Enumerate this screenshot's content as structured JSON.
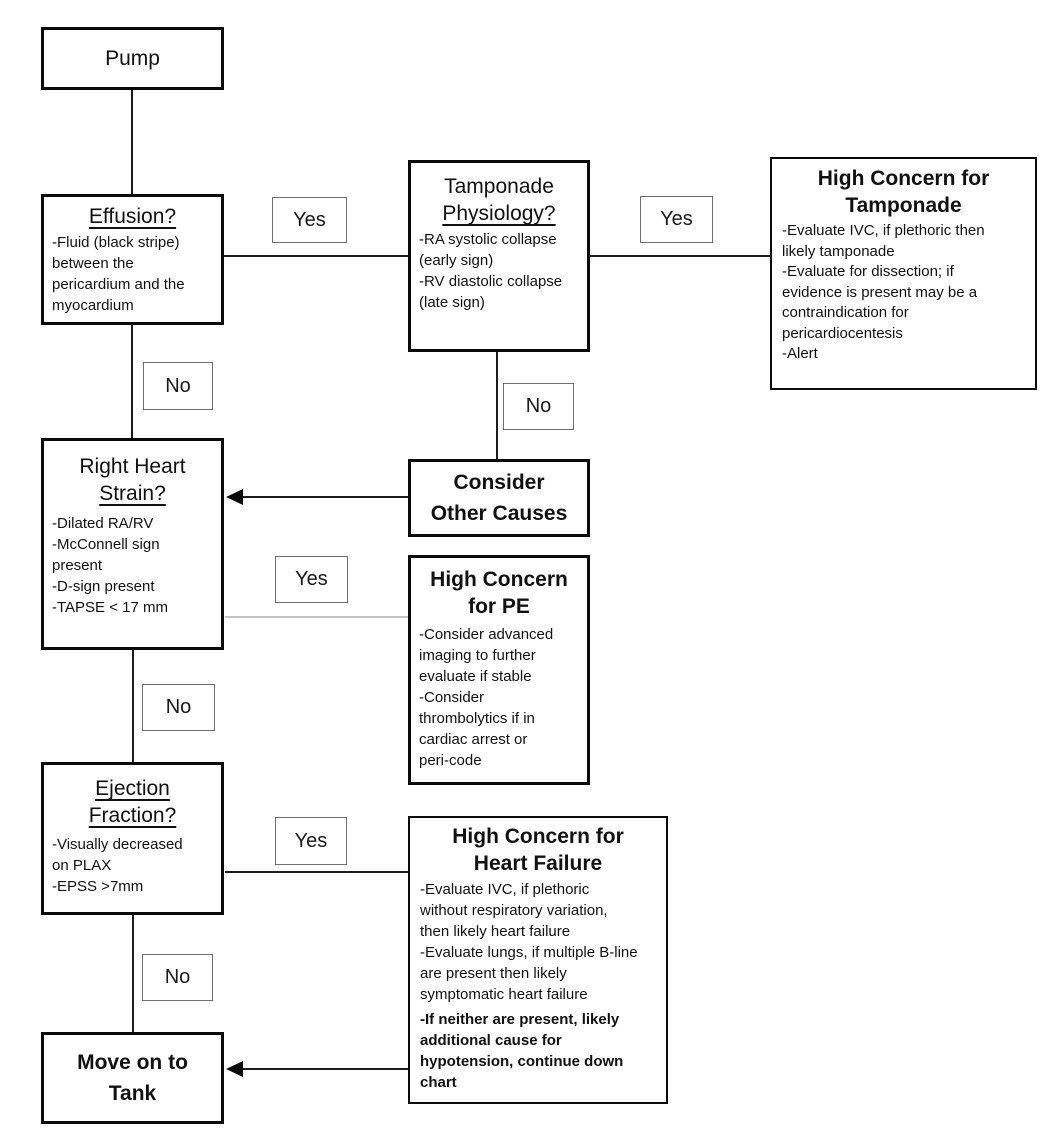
{
  "diagram": {
    "title": "Pump assessment flowchart",
    "colors": {
      "background": "#ffffff",
      "box_border": "#0a0a0a",
      "line": "#1c1c1c",
      "faint_line": "#c3c3c3",
      "text": "#111111"
    },
    "nodes": {
      "pump": {
        "title": "Pump"
      },
      "effusion": {
        "title": "Effusion?",
        "body": "-Fluid (black stripe)\nbetween the\npericardium and the\nmyocardium"
      },
      "tamponade": {
        "title1": "Tamponade",
        "title2": "Physiology?",
        "body": "-RA systolic collapse\n(early sign)\n-RV diastolic collapse\n(late sign)"
      },
      "concern_tamponade": {
        "title1": "High Concern for",
        "title2": "Tamponade",
        "body": "-Evaluate IVC, if plethoric then\nlikely tamponade\n-Evaluate for dissection; if\nevidence is present may be a\ncontraindication for\npericardiocentesis\n-Alert"
      },
      "consider_other": {
        "title1": "Consider",
        "title2": "Other Causes"
      },
      "right_heart": {
        "title1": "Right Heart",
        "title2": "Strain?",
        "body": "-Dilated RA/RV\n-McConnell sign\npresent\n-D-sign present\n-TAPSE < 17 mm"
      },
      "concern_pe": {
        "title1": "High Concern",
        "title2": "for PE",
        "body": "-Consider advanced\nimaging to further\nevaluate if stable\n-Consider\nthrombolytics if in\ncardiac arrest or\nperi-code"
      },
      "ejection": {
        "title1": "Ejection",
        "title2": "Fraction?",
        "body": "-Visually decreased\non PLAX\n-EPSS >7mm"
      },
      "concern_hf": {
        "title1": "High Concern for",
        "title2": "Heart Failure",
        "body": "-Evaluate IVC, if plethoric\nwithout respiratory variation,\nthen likely heart failure\n-Evaluate lungs, if multiple B-line\nare present then likely\nsymptomatic heart failure",
        "body_bold": "-If neither are present, likely\nadditional cause for\nhypotension, continue down\nchart"
      },
      "move_tank": {
        "title1": "Move on to",
        "title2": "Tank"
      }
    },
    "edge_labels": [
      {
        "id": "effusion-yes",
        "text": "Yes"
      },
      {
        "id": "tamponade-yes",
        "text": "Yes"
      },
      {
        "id": "effusion-no",
        "text": "No"
      },
      {
        "id": "tamponade-no",
        "text": "No"
      },
      {
        "id": "right-heart-yes",
        "text": "Yes"
      },
      {
        "id": "right-heart-no",
        "text": "No"
      },
      {
        "id": "ejection-yes",
        "text": "Yes"
      },
      {
        "id": "ejection-no",
        "text": "No"
      }
    ]
  }
}
